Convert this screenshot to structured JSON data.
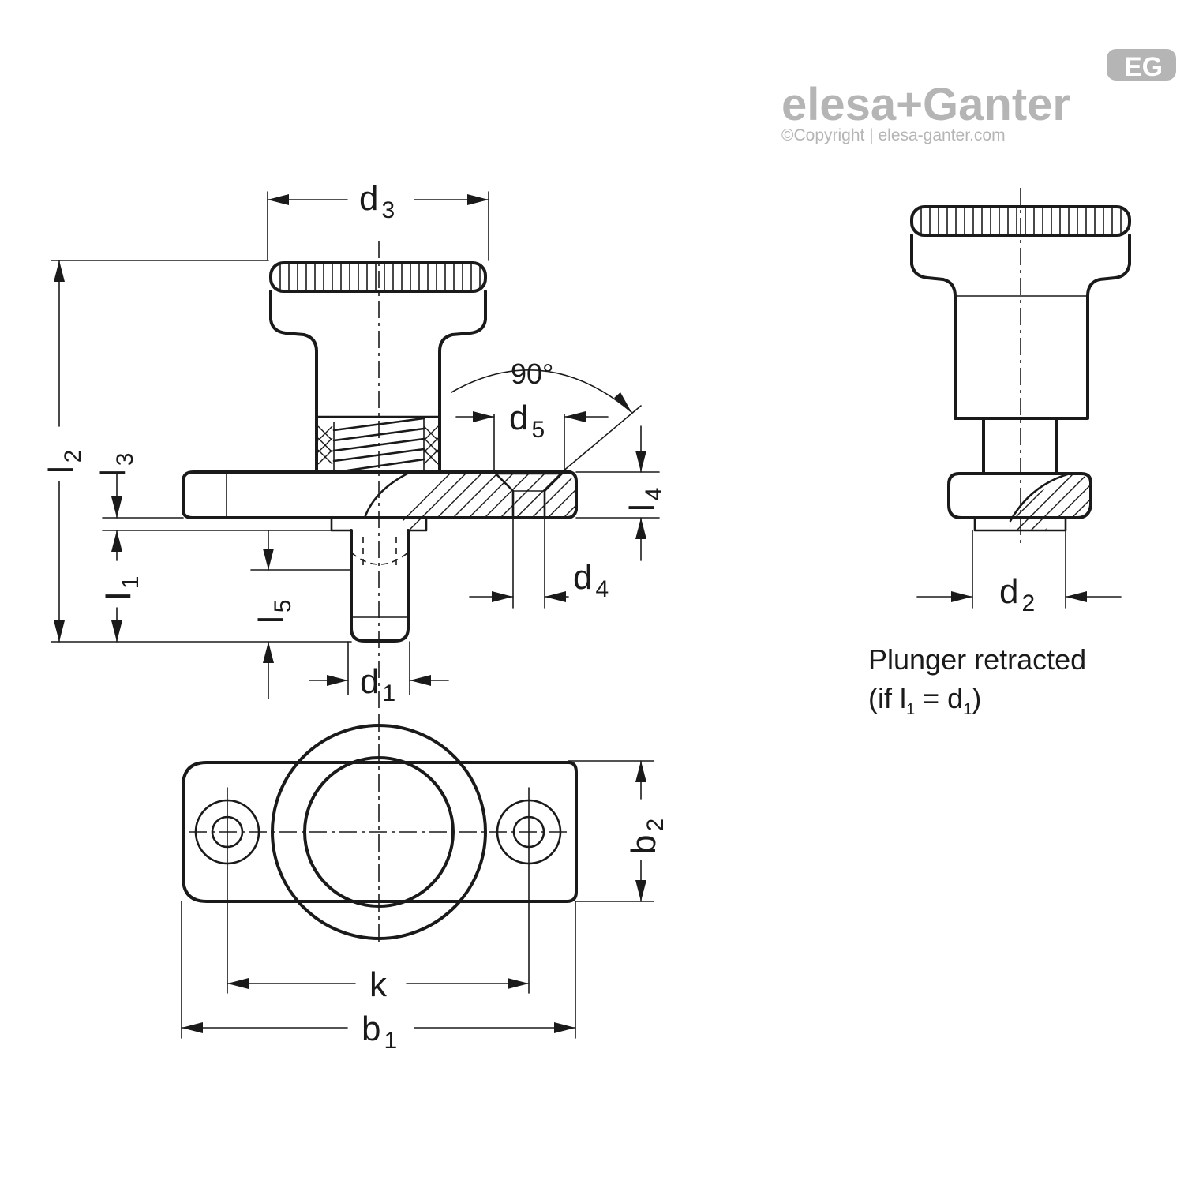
{
  "logo": {
    "badge": "EG",
    "brand_part1": "elesa",
    "brand_plus": "+",
    "brand_part2": "Ganter",
    "copyright": "©Copyright | elesa-ganter.com"
  },
  "dimensions": {
    "d3": {
      "base": "d",
      "sub": "3"
    },
    "d5": {
      "base": "d",
      "sub": "5"
    },
    "d4": {
      "base": "d",
      "sub": "4"
    },
    "d1": {
      "base": "d",
      "sub": "1"
    },
    "d2": {
      "base": "d",
      "sub": "2"
    },
    "l1": {
      "base": "l",
      "sub": "1"
    },
    "l2": {
      "base": "l",
      "sub": "2"
    },
    "l3": {
      "base": "l",
      "sub": "3"
    },
    "l4": {
      "base": "l",
      "sub": "4"
    },
    "l5": {
      "base": "l",
      "sub": "5"
    },
    "b1": {
      "base": "b",
      "sub": "1"
    },
    "b2": {
      "base": "b",
      "sub": "2"
    },
    "k": "k",
    "angle": "90°"
  },
  "caption": {
    "line1": "Plunger retracted",
    "line2_open": "(if l",
    "line2_sub1": "1",
    "line2_mid": " = d",
    "line2_sub2": "1",
    "line2_close": ")"
  },
  "colors": {
    "line": "#1a1a1a",
    "logo_gray": "#b5b5b5",
    "background": "#ffffff"
  }
}
